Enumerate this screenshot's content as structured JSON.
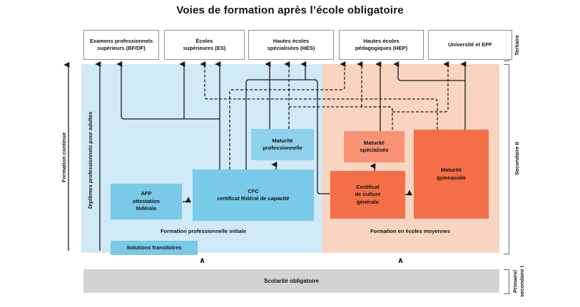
{
  "title": "Voies de formation après l’école obligatoire",
  "tertiary_boxes": [
    {
      "label": "Examens professionnels\nsupérieurs (BF/DF)"
    },
    {
      "label": "Écoles\nsupérieures (ES)"
    },
    {
      "label": "Hautes écoles\nspécialisées (HES)"
    },
    {
      "label": "Hautes écoles\npédagogiques (HEP)"
    },
    {
      "label": "Université et EPF"
    }
  ],
  "left_labels": {
    "formation_continue": "Formation continue",
    "diplomes_adultes": "Diplômes professionnels pour adultes"
  },
  "right_labels": {
    "tertiaire": "Tertiaire",
    "secondaire2": "Secondaire II",
    "primaire": "Primaire/\nsecondaire I"
  },
  "blue_section": {
    "maturite_professionnelle": "Maturité\nprofessionnelle",
    "afp": "AFP\nattestation\nfédérale",
    "cfc": "CFC\ncertificat fédéral de capacité",
    "solutions_transitoires": "Solutions transitoires",
    "caption": "Formation professionnelle initiale"
  },
  "orange_section": {
    "maturite_specialisee": "Maturité\nspécialisée",
    "certificat_culture": "Certificat\nde culture\ngénérale",
    "maturite_gymnasiale": "Maturité\ngymnasiale",
    "caption": "Formation en écoles moyennes"
  },
  "school_bar": {
    "label": "Scolarité obligatoire"
  },
  "chevron_glyph": "∧",
  "colors": {
    "zone_blue": "#cfe9f6",
    "zone_orange": "#f9d4c0",
    "box_blue": "#79c9e8",
    "box_blue_light": "#8ed1ec",
    "box_orange_light": "#f79274",
    "box_orange_strong": "#f46f47",
    "school_bar_gray": "#d3d3d3",
    "line": "#1a1a1a"
  }
}
